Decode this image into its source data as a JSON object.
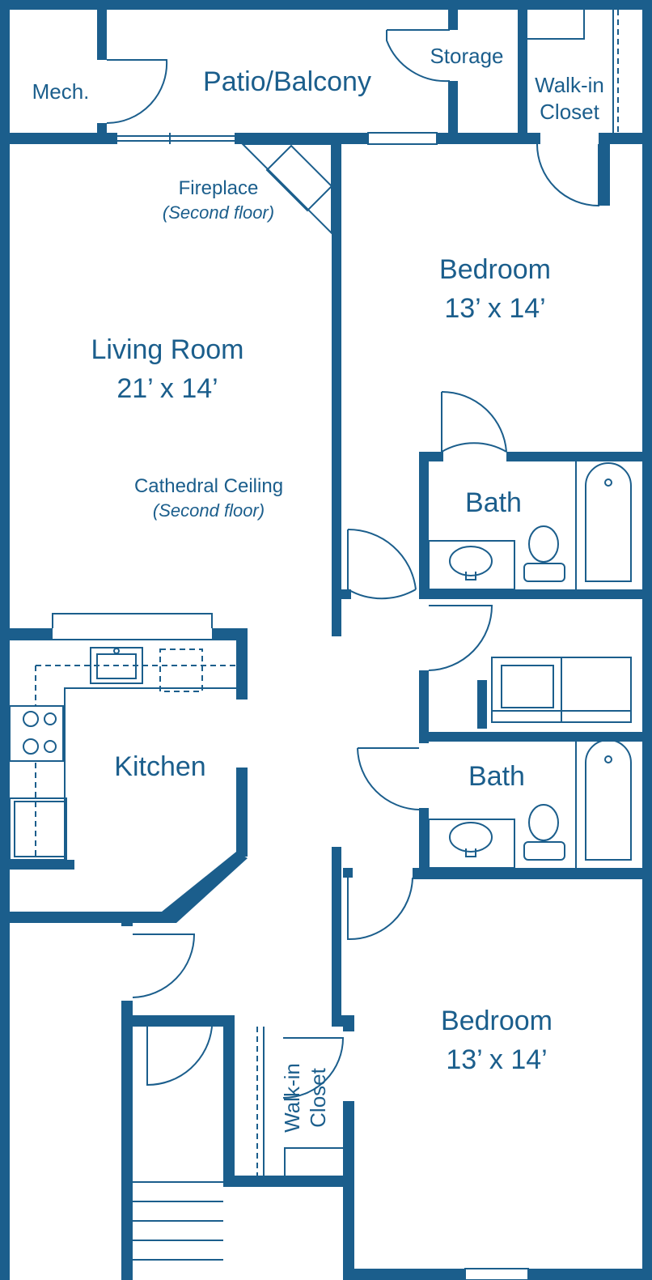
{
  "rooms": {
    "mech": "Mech.",
    "patio": "Patio/Balcony",
    "storage": "Storage",
    "walkin_top_line1": "Walk-in",
    "walkin_top_line2": "Closet",
    "fireplace": "Fireplace",
    "fireplace_note": "(Second floor)",
    "bedroom_top": "Bedroom",
    "bedroom_top_size": "13’ x 14’",
    "living": "Living Room",
    "living_size": "21’ x 14’",
    "ceiling": "Cathedral Ceiling",
    "ceiling_note": "(Second floor)",
    "bath_top": "Bath",
    "kitchen": "Kitchen",
    "bath_bottom": "Bath",
    "bedroom_bottom": "Bedroom",
    "bedroom_bottom_size": "13’ x 14’",
    "walkin_bottom_line1": "Walk-in",
    "walkin_bottom_line2": "Closet"
  },
  "colors": {
    "wall": "#1b5e8c",
    "background": "#ffffff"
  }
}
